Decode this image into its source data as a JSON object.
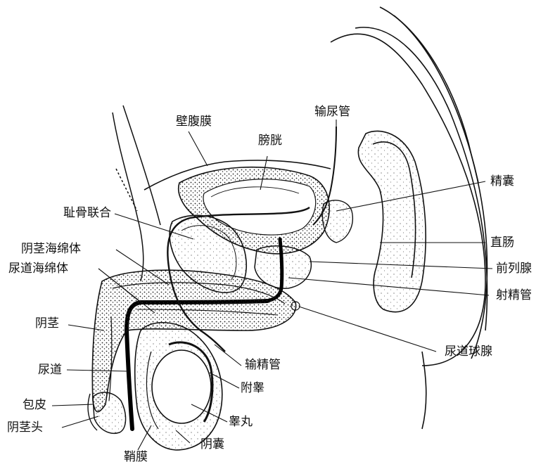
{
  "labels": {
    "bi_fu_mo": "壁腹膜",
    "pang_guang": "膀胱",
    "shu_niao_guan": "输尿管",
    "jing_nang": "精囊",
    "zhi_gu_lian_he": "耻骨联合",
    "zhi_chang": "直肠",
    "yin_jing_hai_mian_ti": "阴茎海绵体",
    "qian_lie_xian": "前列腺",
    "niao_dao_hai_mian_ti": "尿道海绵体",
    "she_jing_guan": "射精管",
    "yin_jing": "阴茎",
    "niao_dao_qiu_xian": "尿道球腺",
    "shu_jing_guan": "输精管",
    "niao_dao": "尿道",
    "fu_gao": "附睾",
    "bao_pi": "包皮",
    "gao_wan": "睾丸",
    "yin_jing_tou": "阴茎头",
    "yin_nang": "阴囊",
    "qiao_mo": "鞘膜"
  },
  "colors": {
    "ink": "#111111",
    "paper": "#ffffff"
  }
}
